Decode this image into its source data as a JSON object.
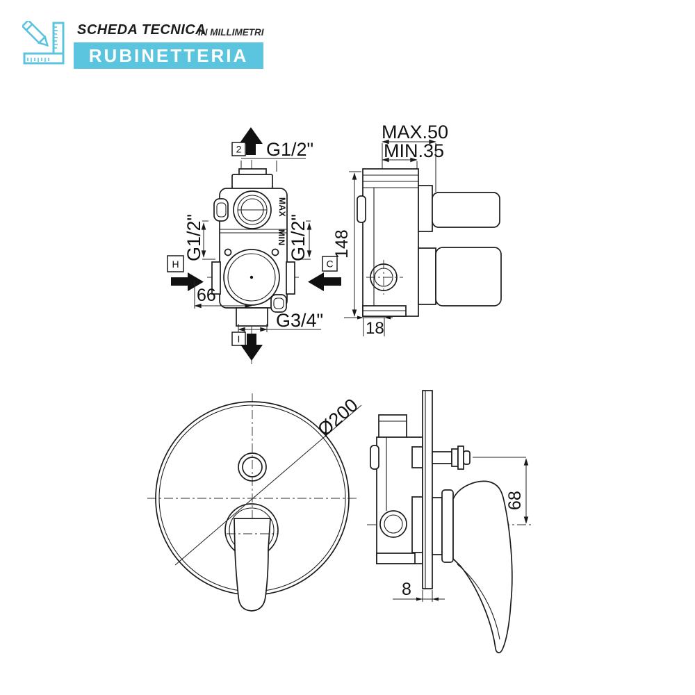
{
  "header": {
    "title": "SCHEDA TECNICA",
    "subtitle": "IN MILLIMETRI",
    "banner": "RUBINETTERIA",
    "accent_color": "#5bc4de",
    "logo_icon": "pencil-and-square-ruler"
  },
  "front_valve_view": {
    "top_port_tag": "2",
    "top_port_thread": "G1/2\"",
    "left_port_tag": "H",
    "left_port_thread": "G1/2\"",
    "right_port_tag": "C",
    "right_port_thread": "G1/2\"",
    "bottom_port_tag": "I",
    "bottom_port_thread": "G3/4\"",
    "offset_dim": "66",
    "max_mark": "MAX",
    "min_mark": "MIN"
  },
  "side_valve_view": {
    "depth_max": "MAX.50",
    "depth_min": "MIN.35",
    "height": "148",
    "ledge": "18"
  },
  "plate_front_view": {
    "diameter": "Ø200"
  },
  "plate_side_view": {
    "knob_offset": "68",
    "plate_thickness": "8"
  }
}
